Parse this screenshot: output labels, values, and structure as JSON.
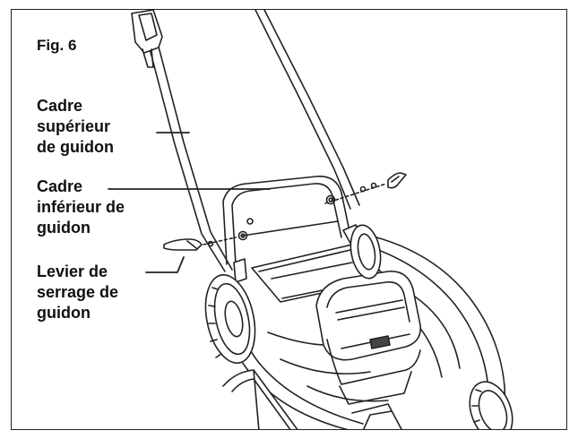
{
  "figure": {
    "title": "Fig. 6",
    "labels": {
      "upper_frame": "Cadre\nsupérieur\nde guidon",
      "lower_frame": "Cadre\ninférieur de\nguidon",
      "lever": "Levier de\nserrage de\nguidon"
    }
  },
  "colors": {
    "line": "#222222",
    "border": "#222222",
    "background": "#ffffff"
  }
}
